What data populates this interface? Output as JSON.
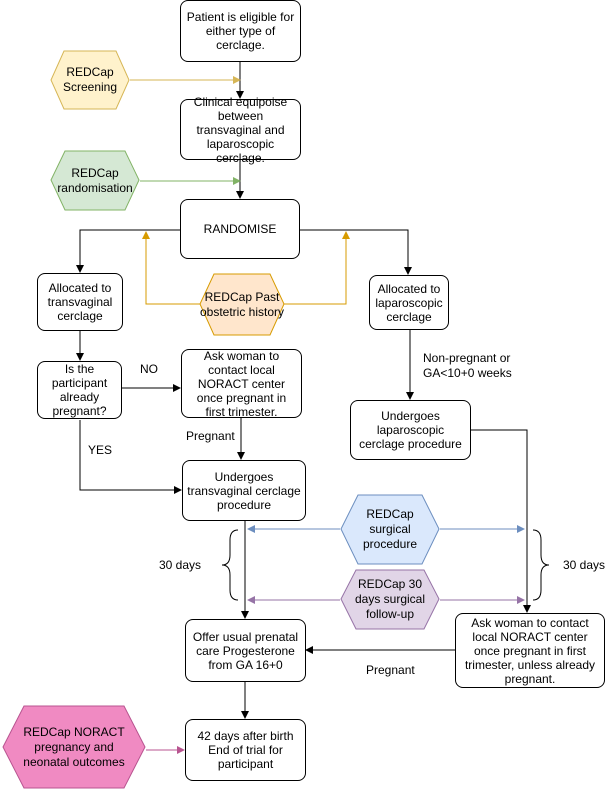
{
  "nodes": {
    "eligible": "Patient is eligible for either type of cerclage.",
    "equipoise": "Clinical equipoise between transvaginal and laparoscopic cerclage.",
    "randomise": "RANDOMISE",
    "alloc_tv": "Allocated to transvaginal cerclage",
    "alloc_lap": "Allocated to laparoscopic cerclage",
    "already_pregnant": "Is the participant already pregnant?",
    "ask_contact_1": "Ask woman to contact local NORACT center once pregnant in first trimester.",
    "undergo_tv": "Undergoes transvaginal cerclage procedure",
    "undergo_lap": "Undergoes laparoscopic cerclage procedure",
    "offer_care": "Offer usual prenatal care Progesterone from GA 16+0",
    "ask_contact_2": "Ask woman to contact local NORACT center once pregnant in first trimester, unless already pregnant.",
    "end_trial": "42 days after birth End of trial for participant"
  },
  "hexagons": {
    "screening": {
      "text": "REDCap Screening",
      "fill": "#fff2cc",
      "stroke": "#d6b656"
    },
    "randomisation": {
      "text": "REDCap randomisation",
      "fill": "#d5e8d4",
      "stroke": "#82b366"
    },
    "obstetric": {
      "text": "REDCap Past obstetric history",
      "fill": "#ffe6cc",
      "stroke": "#d79b00"
    },
    "surgical": {
      "text": "REDCap surgical procedure",
      "fill": "#dae8fc",
      "stroke": "#6c8ebf"
    },
    "followup": {
      "text": "REDCap 30 days surgical follow-up",
      "fill": "#e1d5e7",
      "stroke": "#9673a6"
    },
    "outcomes": {
      "text": "REDCap NORACT pregnancy and neonatal outcomes",
      "fill": "#f08ac2",
      "stroke": "#b85490"
    }
  },
  "labels": {
    "no": "NO",
    "yes": "YES",
    "pregnant_1": "Pregnant",
    "pregnant_2": "Pregnant",
    "non_pregnant": "Non-pregnant or GA<10+0 weeks",
    "days_left": "30 days",
    "days_right": "30 days"
  },
  "colors": {
    "line": "#000000",
    "screening_arrow": "#d6b656",
    "randomisation_arrow": "#82b366",
    "obstetric_arrow": "#d79b00",
    "surgical_arrow": "#6c8ebf",
    "followup_arrow": "#9673a6",
    "outcomes_arrow": "#b85490"
  }
}
